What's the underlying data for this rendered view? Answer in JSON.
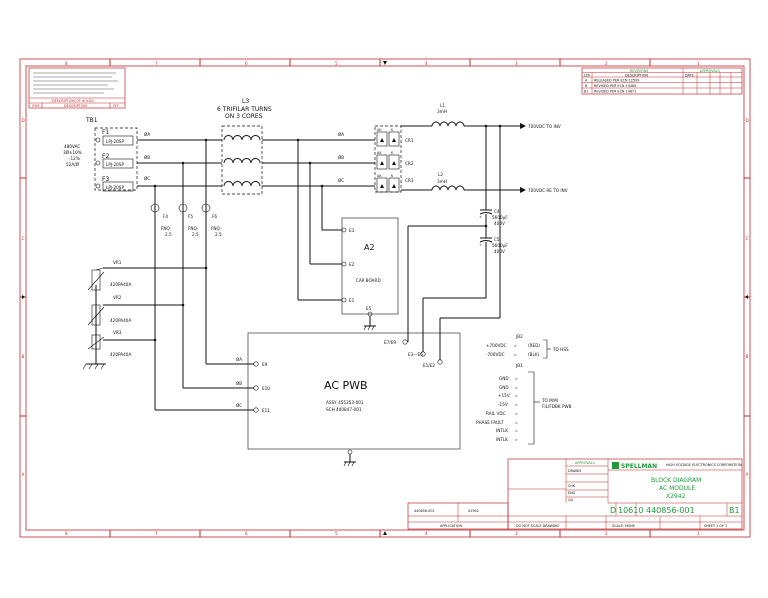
{
  "frame": {
    "top_cols": [
      "8",
      "7",
      "6",
      "5",
      "4",
      "3",
      "2",
      "1"
    ],
    "bottom_cols": [
      "8",
      "7",
      "6",
      "5",
      "4",
      "3",
      "2",
      "1"
    ],
    "rows": [
      "D",
      "C",
      "B",
      "A"
    ]
  },
  "notes_box": {
    "heading": "DESCRIPTION OF HOLDS",
    "col_sym": "SYM",
    "col_desc": "DESCRIPTION",
    "col_eff": "EFF"
  },
  "revisions": {
    "title": "REVISIONS",
    "approvals_title": "APPROVALS",
    "col_ltr": "LTR",
    "col_desc": "DESCRIPTION",
    "col_date": "DATE",
    "rows": [
      {
        "ltr": "A",
        "desc": "RELEASED PER ECN 12599"
      },
      {
        "ltr": "B",
        "desc": "REVISED PER ECN 14385"
      },
      {
        "ltr": "B1",
        "desc": "REVISED PER ECN 14871"
      }
    ]
  },
  "components": {
    "tb1": "TB1",
    "f1": "F1",
    "f2": "F2",
    "f3": "F3",
    "lpj": "LPJ-20SP",
    "input_line1": "480VAC",
    "input_line2": "3Ø±10%",
    "input_line3": "-12%",
    "input_line4": "52A/Ø",
    "l3": "L3",
    "l3_desc1": "6 TRIFILAR TURNS",
    "l3_desc2": "ON 3 CORES",
    "l1": "L1",
    "l1_val": "3mH",
    "l2": "L2",
    "l2_val": "3mH",
    "cr1": "CR1",
    "cr2": "CR2",
    "cr3": "CR3",
    "ak": "AK",
    "k": "K",
    "out_pos": "700VDC TO INV",
    "out_ret": "700VDC RE TO INV",
    "c4": "C4",
    "c4_val1": "5600µF",
    "c4_val2": "400V",
    "c5": "C5",
    "c5_val1": "5600µF",
    "c5_val2": "400V",
    "f4": "F4",
    "f5": "F5",
    "f6": "F6",
    "fnq": "FNQ-",
    "fnq_val": "2.5",
    "phase_a": "ØA",
    "phase_b": "ØB",
    "phase_c": "ØC",
    "a2": "A2",
    "cap_board": "CAP BOARD",
    "e1": "E1",
    "e2": "E2",
    "e3": "E3",
    "e5": "E5",
    "vr1": "VR1",
    "vr2": "VR2",
    "vr3": "VR3",
    "varistor": "420PA40A",
    "ac_pwb": "AC PWB",
    "assy": "ASSY 455353-001",
    "sch": "SCH 440847-001",
    "e9": "E9",
    "e10": "E10",
    "e11": "E11",
    "e7e9": "E7/E9",
    "e3e6": "E3—E6",
    "e1e2": "E1/E2",
    "jb2": "JB2",
    "jb1": "JB1",
    "p700": "+700VDC",
    "n700": "-700VDC",
    "red": "(RED)",
    "blk": "(BLK)",
    "to_hss": "TO HSS",
    "jb1_signals": [
      "GND",
      "GND",
      "+15V",
      "-15V",
      "RAIL VDC",
      "PHASE FAULT",
      "INTLK",
      "INTLK"
    ],
    "to_mm1": "TO M/M",
    "to_mm2": "FIL/FDBK PWB"
  },
  "title_block": {
    "company": "SPELLMAN",
    "company_sub": "HIGH VOLTAGE ELECTRONICS CORPORATION",
    "title1": "BLOCK DIAGRAM",
    "title2": "AC MODULE",
    "title3": "X2942",
    "size": "D",
    "fscm": "10610",
    "dwg_no": "440856-001",
    "rev": "B1",
    "scale": "SCALE: NONE",
    "sheet": "SHEET 1 OF 1",
    "approvals": "APPROVALS",
    "drawn": "DRAWN",
    "checked": "CHK",
    "eng": "ENG",
    "qa": "QA",
    "next_assy": "440856-001",
    "used_on": "X2942",
    "application": "APPLICATION",
    "do_not_scale": "DO NOT SCALE DRAWING"
  }
}
